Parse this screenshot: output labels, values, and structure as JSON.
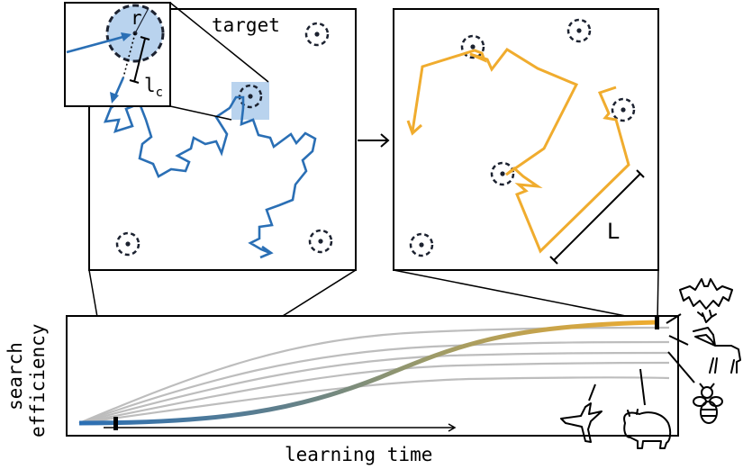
{
  "labels": {
    "target": "target",
    "radius": "r",
    "step_length": "l",
    "step_length_sub": "c",
    "flight_length": "L",
    "x_axis": "learning time",
    "y_axis_line1": "search",
    "y_axis_line2": "efficiency"
  },
  "colors": {
    "early_walk": "#2a6fb5",
    "late_walk": "#f0ac2e",
    "highlight": "#b9d3ee",
    "background_curves": "#bdbdbd",
    "frame": "#000000"
  },
  "icons": [
    "bat-icon",
    "deer-icon",
    "bee-icon",
    "albatross-icon",
    "bison-icon"
  ]
}
